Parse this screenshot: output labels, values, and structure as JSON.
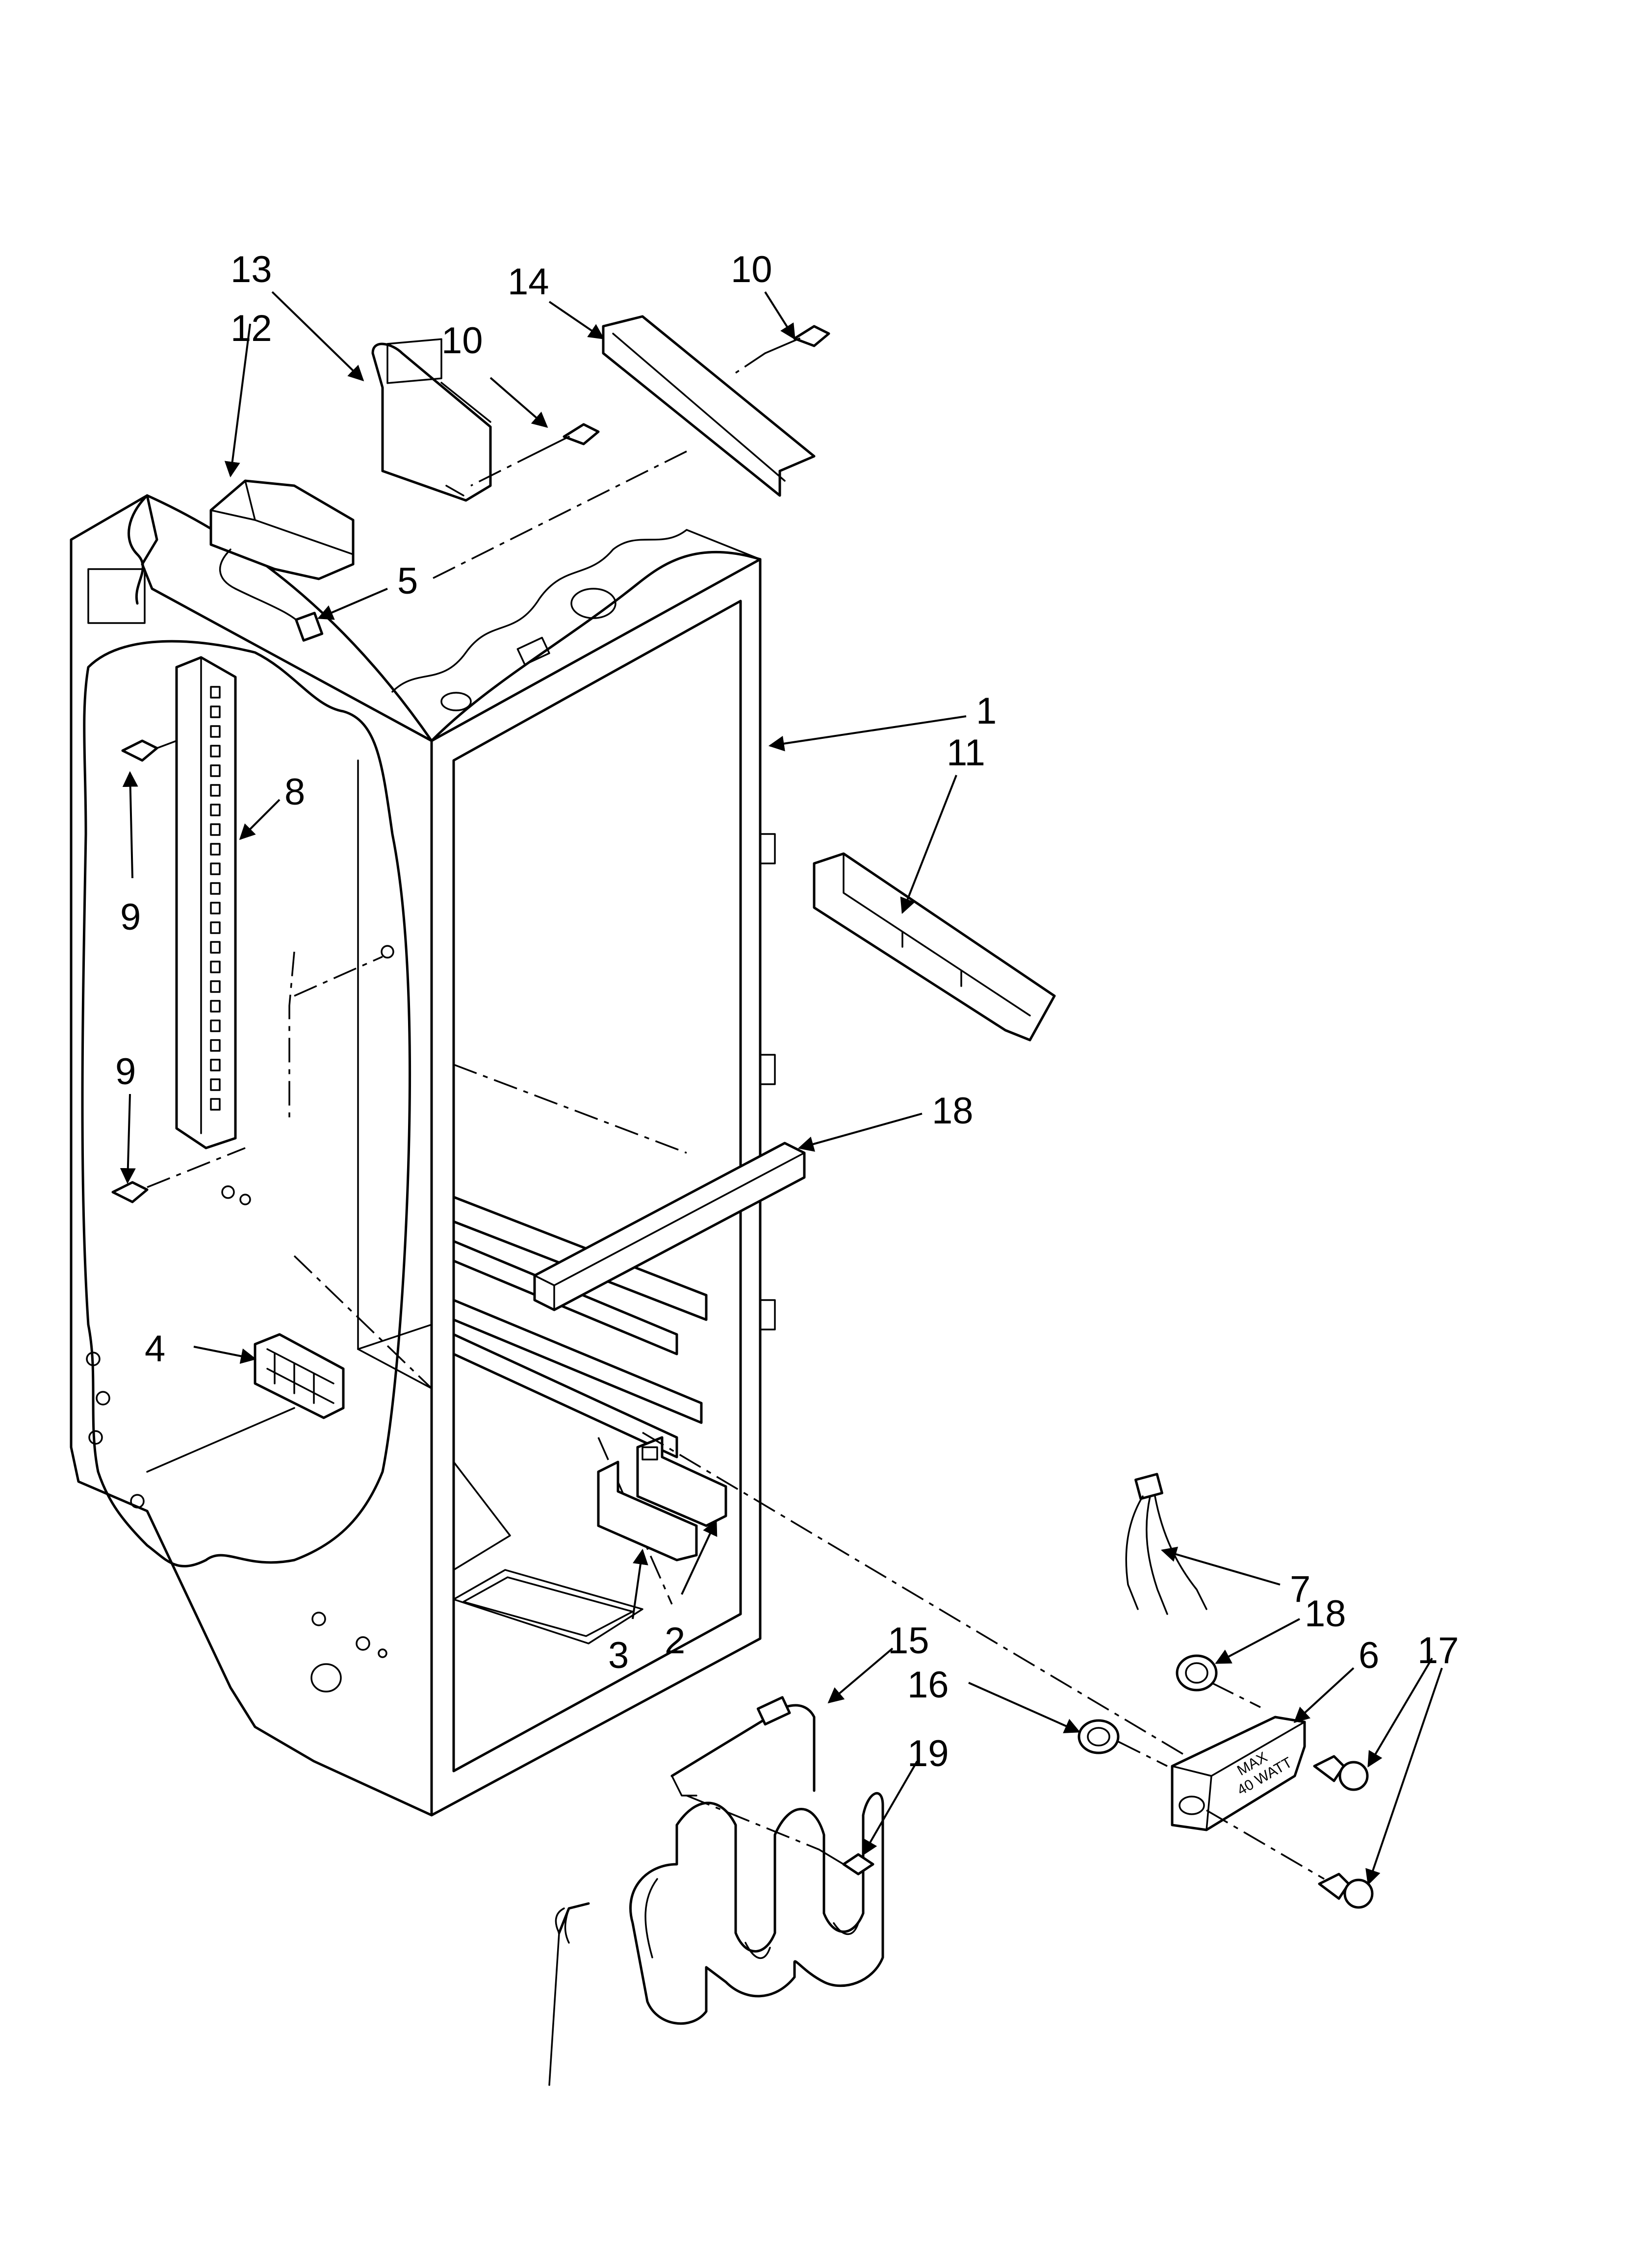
{
  "diagram": {
    "callouts": [
      {
        "id": "c13",
        "label": "13"
      },
      {
        "id": "c12",
        "label": "12"
      },
      {
        "id": "c10a",
        "label": "10"
      },
      {
        "id": "c14",
        "label": "14"
      },
      {
        "id": "c10b",
        "label": "10"
      },
      {
        "id": "c5",
        "label": "5"
      },
      {
        "id": "c1",
        "label": "1"
      },
      {
        "id": "c11",
        "label": "11"
      },
      {
        "id": "c8",
        "label": "8"
      },
      {
        "id": "c9a",
        "label": "9"
      },
      {
        "id": "c9b",
        "label": "9"
      },
      {
        "id": "c18a",
        "label": "18"
      },
      {
        "id": "c4",
        "label": "4"
      },
      {
        "id": "c7",
        "label": "7"
      },
      {
        "id": "c18b",
        "label": "18"
      },
      {
        "id": "c6",
        "label": "6"
      },
      {
        "id": "c17",
        "label": "17"
      },
      {
        "id": "c3",
        "label": "3"
      },
      {
        "id": "c2",
        "label": "2"
      },
      {
        "id": "c15",
        "label": "15"
      },
      {
        "id": "c16",
        "label": "16"
      },
      {
        "id": "c19",
        "label": "19"
      }
    ],
    "lamp_housing_text": [
      "MAX",
      "40 WATT"
    ]
  }
}
